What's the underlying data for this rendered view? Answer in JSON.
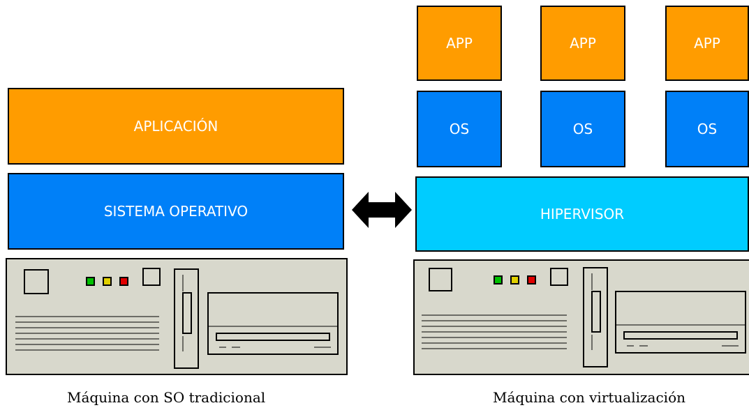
{
  "colors": {
    "application": "#ff9c00",
    "operating_system": "#0080f8",
    "hypervisor": "#00ccff",
    "machine_body": "#d8d8cc",
    "led_green": "#00c000",
    "led_yellow": "#e0d000",
    "led_red": "#e00000"
  },
  "traditional": {
    "application_label": "APLICACIÓN",
    "os_label": "SISTEMA OPERATIVO",
    "caption": "Máquina con SO tradicional"
  },
  "virtualized": {
    "app_labels": [
      "APP",
      "APP",
      "APP"
    ],
    "os_labels": [
      "OS",
      "OS",
      "OS"
    ],
    "hypervisor_label": "HIPERVISOR",
    "caption": "Máquina con virtualización"
  },
  "icons": {
    "machine": "server-machine-icon",
    "comparison_arrow": "double-arrow-icon"
  }
}
